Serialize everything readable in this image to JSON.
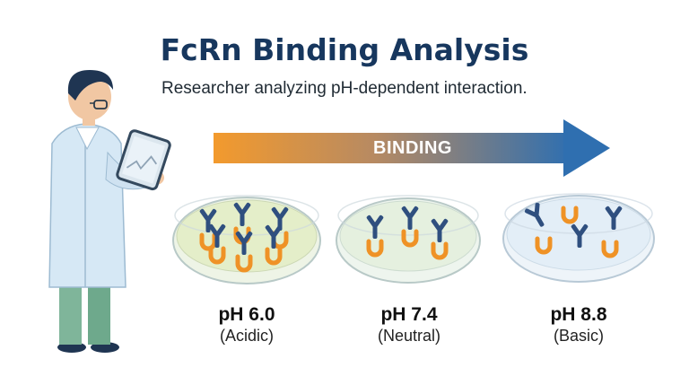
{
  "header": {
    "title": "FcRn Binding Analysis",
    "subtitle": "Researcher analyzing pH-dependent interaction."
  },
  "arrow": {
    "label": "BINDING",
    "colors": {
      "start": "#f39a2d",
      "end": "#2f6fb0"
    }
  },
  "dishes": [
    {
      "ph_label": "pH 6.0",
      "condition": "(Acidic)",
      "liquid_color": "#e4eec9"
    },
    {
      "ph_label": "pH 7.4",
      "condition": "(Neutral)",
      "liquid_color": "#e5f0df"
    },
    {
      "ph_label": "pH 8.8",
      "condition": "(Basic)",
      "liquid_color": "#e3eef7"
    }
  ],
  "colors": {
    "antibody": "#2f4f7f",
    "fcrn": "#ef9226",
    "title": "#17375e",
    "coat": "#d6e8f5",
    "pants": "#7fb59a"
  },
  "icons": {
    "researcher": "scientist-figure",
    "tablet": "tablet-with-chart"
  }
}
